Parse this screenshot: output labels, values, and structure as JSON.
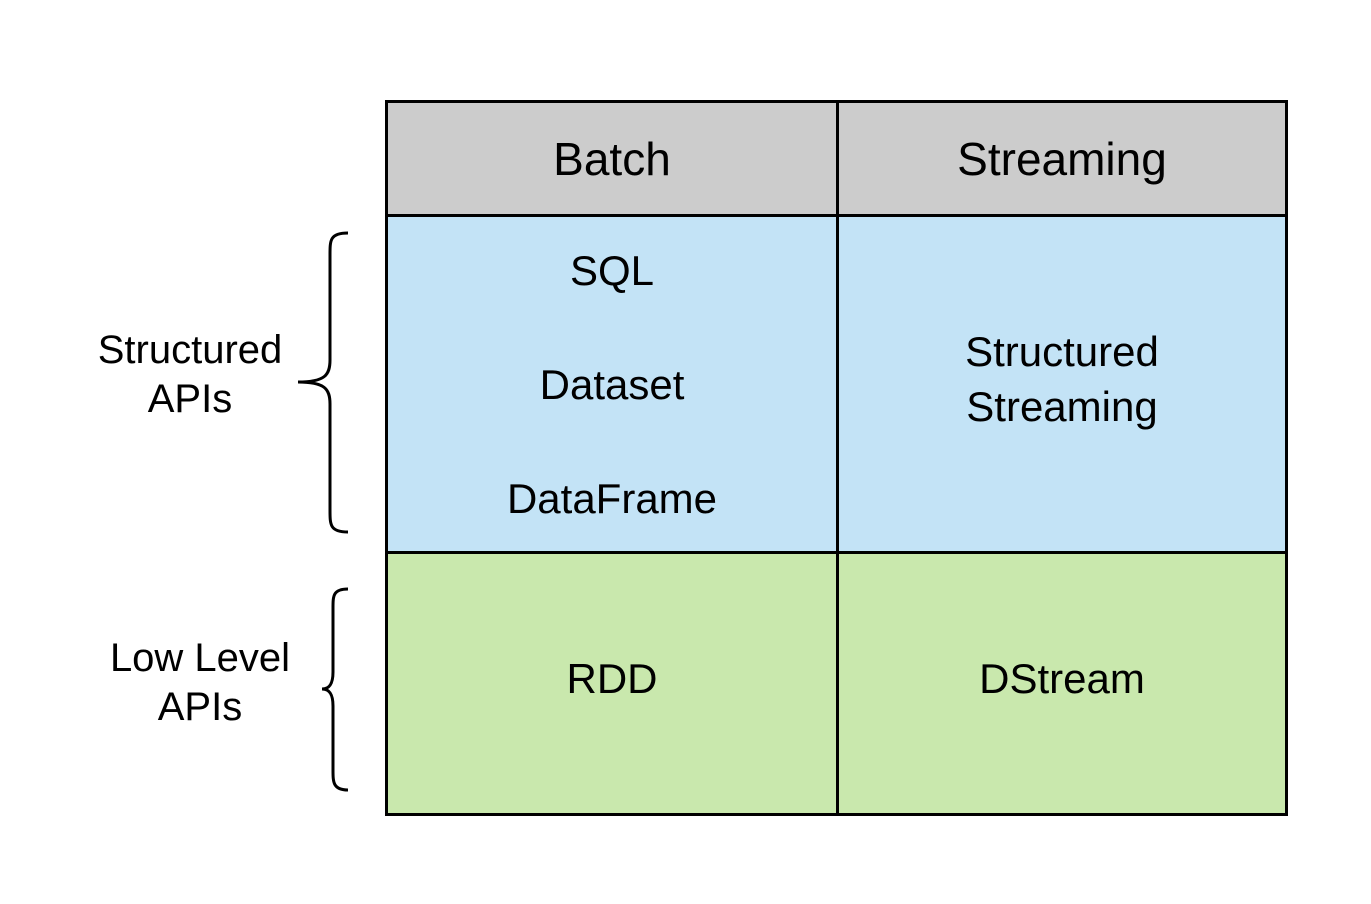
{
  "colors": {
    "header_fill": "#cccccc",
    "structured_fill": "#c3e3f6",
    "low_level_fill": "#c9e8ad",
    "border": "#000000"
  },
  "columns": {
    "batch": "Batch",
    "streaming": "Streaming"
  },
  "structured_apis": {
    "label_line1": "Structured",
    "label_line2": "APIs",
    "batch_items": [
      "SQL",
      "Dataset",
      "DataFrame"
    ],
    "streaming_line1": "Structured",
    "streaming_line2": "Streaming"
  },
  "low_level_apis": {
    "label_line1": "Low Level",
    "label_line2": "APIs",
    "batch": "RDD",
    "streaming": "DStream"
  }
}
